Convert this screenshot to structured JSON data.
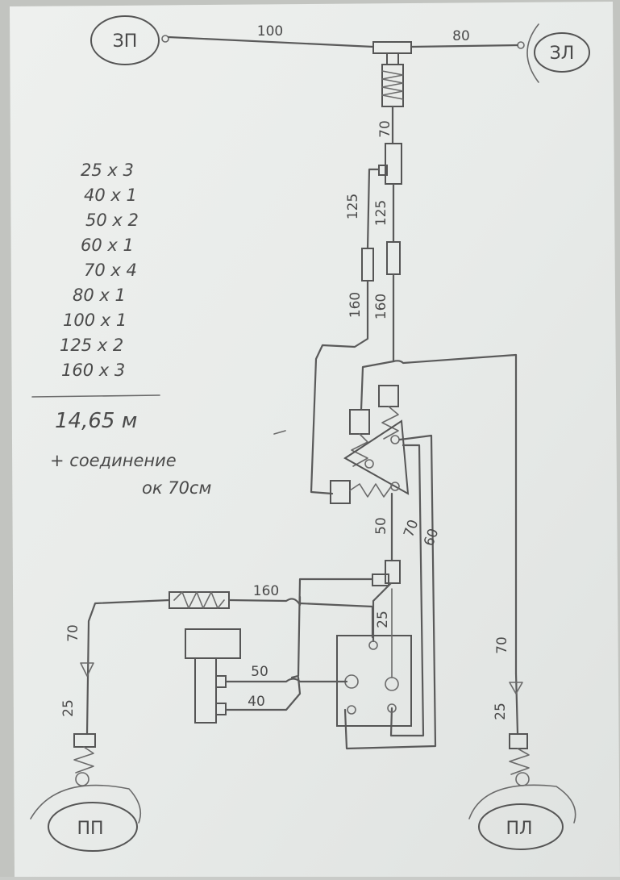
{
  "wheels": {
    "front_right": "ЗП",
    "front_left": "ЗЛ",
    "rear_right": "ПП",
    "rear_left": "ПЛ"
  },
  "pipe_lengths": {
    "top_right": "100",
    "top_left": "80",
    "under_tee": "70",
    "diag_125": "125",
    "vert_125": "125",
    "diag_160": "160",
    "vert_160": "160",
    "mid_50": "50",
    "mid_70": "70",
    "mid_60": "60",
    "right_rear_70": "70",
    "right_rear_25": "25",
    "left_rear_70": "70",
    "left_rear_25": "25",
    "hose_160": "160",
    "tee_25": "25",
    "master_50": "50",
    "master_40": "40"
  },
  "totals": {
    "list": [
      "25 x 3",
      "40 x 1",
      "50 x 2",
      "60 x 1",
      "70 x 4",
      "80 x 1",
      "100 x 1",
      "125 x 2",
      "160 x 3"
    ],
    "sum": "14,65 м",
    "note_line1": "+ соединение",
    "note_line2": "ок 70см"
  }
}
